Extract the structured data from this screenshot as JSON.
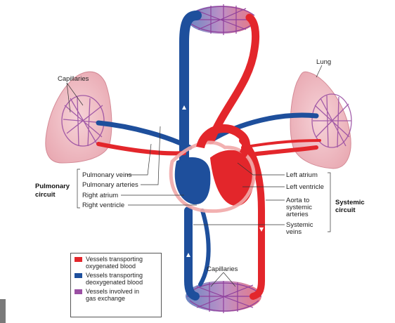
{
  "labels": {
    "capillaries_top_left": "Capillaries",
    "lung": "Lung",
    "pulmonary_veins": "Pulmonary veins",
    "pulmonary_arteries": "Pulmonary arteries",
    "right_atrium": "Right atrium",
    "right_ventricle": "Right ventricle",
    "pulmonary_circuit_line1": "Pulmonary",
    "pulmonary_circuit_line2": "circuit",
    "left_atrium": "Left atrium",
    "left_ventricle": "Left ventricle",
    "aorta_line1": "Aorta to",
    "aorta_line2": "systemic",
    "aorta_line3": "arteries",
    "systemic_veins_line1": "Systemic",
    "systemic_veins_line2": "veins",
    "systemic_circuit_line1": "Systemic",
    "systemic_circuit_line2": "circuit",
    "capillaries_bottom": "Capillaries"
  },
  "legend": [
    {
      "color": "#e3262b",
      "line1": "Vessels transporting",
      "line2": "oxygenated blood"
    },
    {
      "color": "#1e4f9c",
      "line1": "Vessels transporting",
      "line2": "deoxygenated blood"
    },
    {
      "color": "#9a4fa3",
      "line1": "Vessels involved in",
      "line2": "gas exchange"
    }
  ],
  "colors": {
    "oxygenated": "#e3262b",
    "deoxygenated": "#1e4f9c",
    "gas_exchange": "#9a4fa3",
    "lung_tissue": "#f2c6cc",
    "heart_wall": "#f1a8a8"
  }
}
